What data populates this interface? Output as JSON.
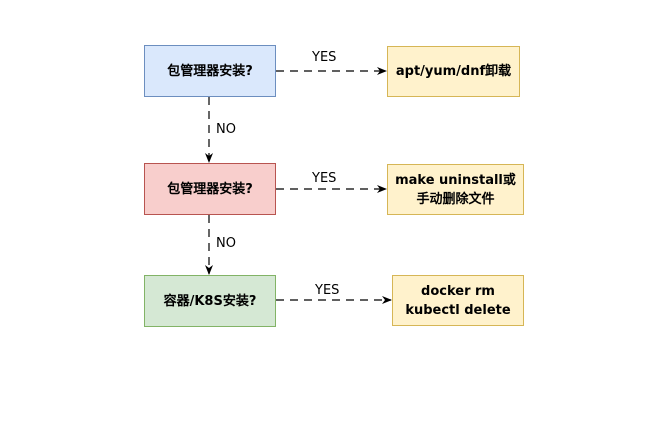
{
  "decisions": [
    {
      "text": "包管理器安装?"
    },
    {
      "text": "包管理器安装?"
    },
    {
      "text": "容器/K8S安装?"
    }
  ],
  "actions": [
    {
      "lines": [
        "apt/yum/dnf卸载"
      ]
    },
    {
      "lines": [
        "make uninstall或",
        "手动删除文件"
      ]
    },
    {
      "lines": [
        "docker rm",
        "kubectl delete"
      ]
    }
  ],
  "edge_labels": {
    "yes": "YES",
    "no": "NO"
  },
  "colors": {
    "decision_1": "#dae8fc",
    "decision_2": "#f8cecc",
    "decision_3": "#d5e8d4",
    "action": "#fff2cc"
  }
}
